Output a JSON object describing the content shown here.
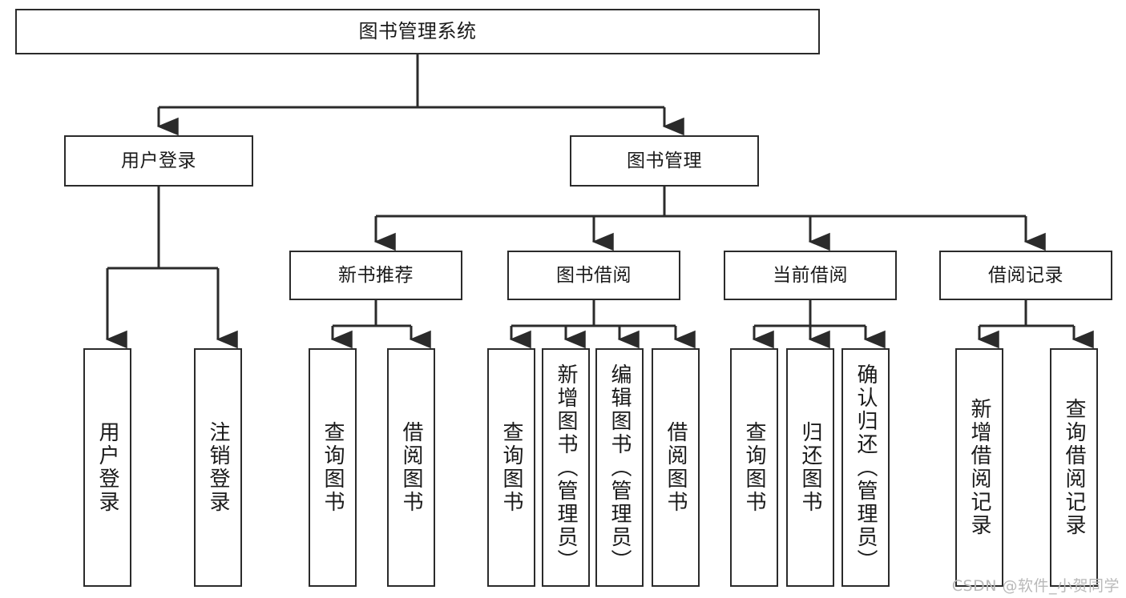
{
  "diagram": {
    "title": "图书管理系统",
    "type": "tree-hierarchy",
    "orientation": "top-down",
    "colors": {
      "box_border": "#2b2b2b",
      "box_fill": "#ffffff",
      "connector": "#2b2b2b",
      "text": "#1a1a1a",
      "watermark": "#b9b9b9",
      "background": "#ffffff"
    }
  },
  "root": {
    "label": "图书管理系统"
  },
  "level1": [
    {
      "label": "用户登录"
    },
    {
      "label": "图书管理"
    }
  ],
  "level2": [
    {
      "label": "新书推荐"
    },
    {
      "label": "图书借阅"
    },
    {
      "label": "当前借阅"
    },
    {
      "label": "借阅记录"
    }
  ],
  "leaves": {
    "user_login": [
      {
        "label": "用户登录"
      },
      {
        "label": "注销登录"
      }
    ],
    "new_book_recommend": [
      {
        "label": "查询图书"
      },
      {
        "label": "借阅图书"
      }
    ],
    "book_borrow": [
      {
        "label": "查询图书"
      },
      {
        "label": "新增图书（管理员）"
      },
      {
        "label": "编辑图书（管理员）"
      },
      {
        "label": "借阅图书"
      }
    ],
    "current_borrow": [
      {
        "label": "查询图书"
      },
      {
        "label": "归还图书"
      },
      {
        "label": "确认归还（管理员）"
      }
    ],
    "borrow_record": [
      {
        "label": "新增借阅记录"
      },
      {
        "label": "查询借阅记录"
      }
    ]
  },
  "watermark": {
    "text": "CSDN @软件_小贺同学"
  }
}
